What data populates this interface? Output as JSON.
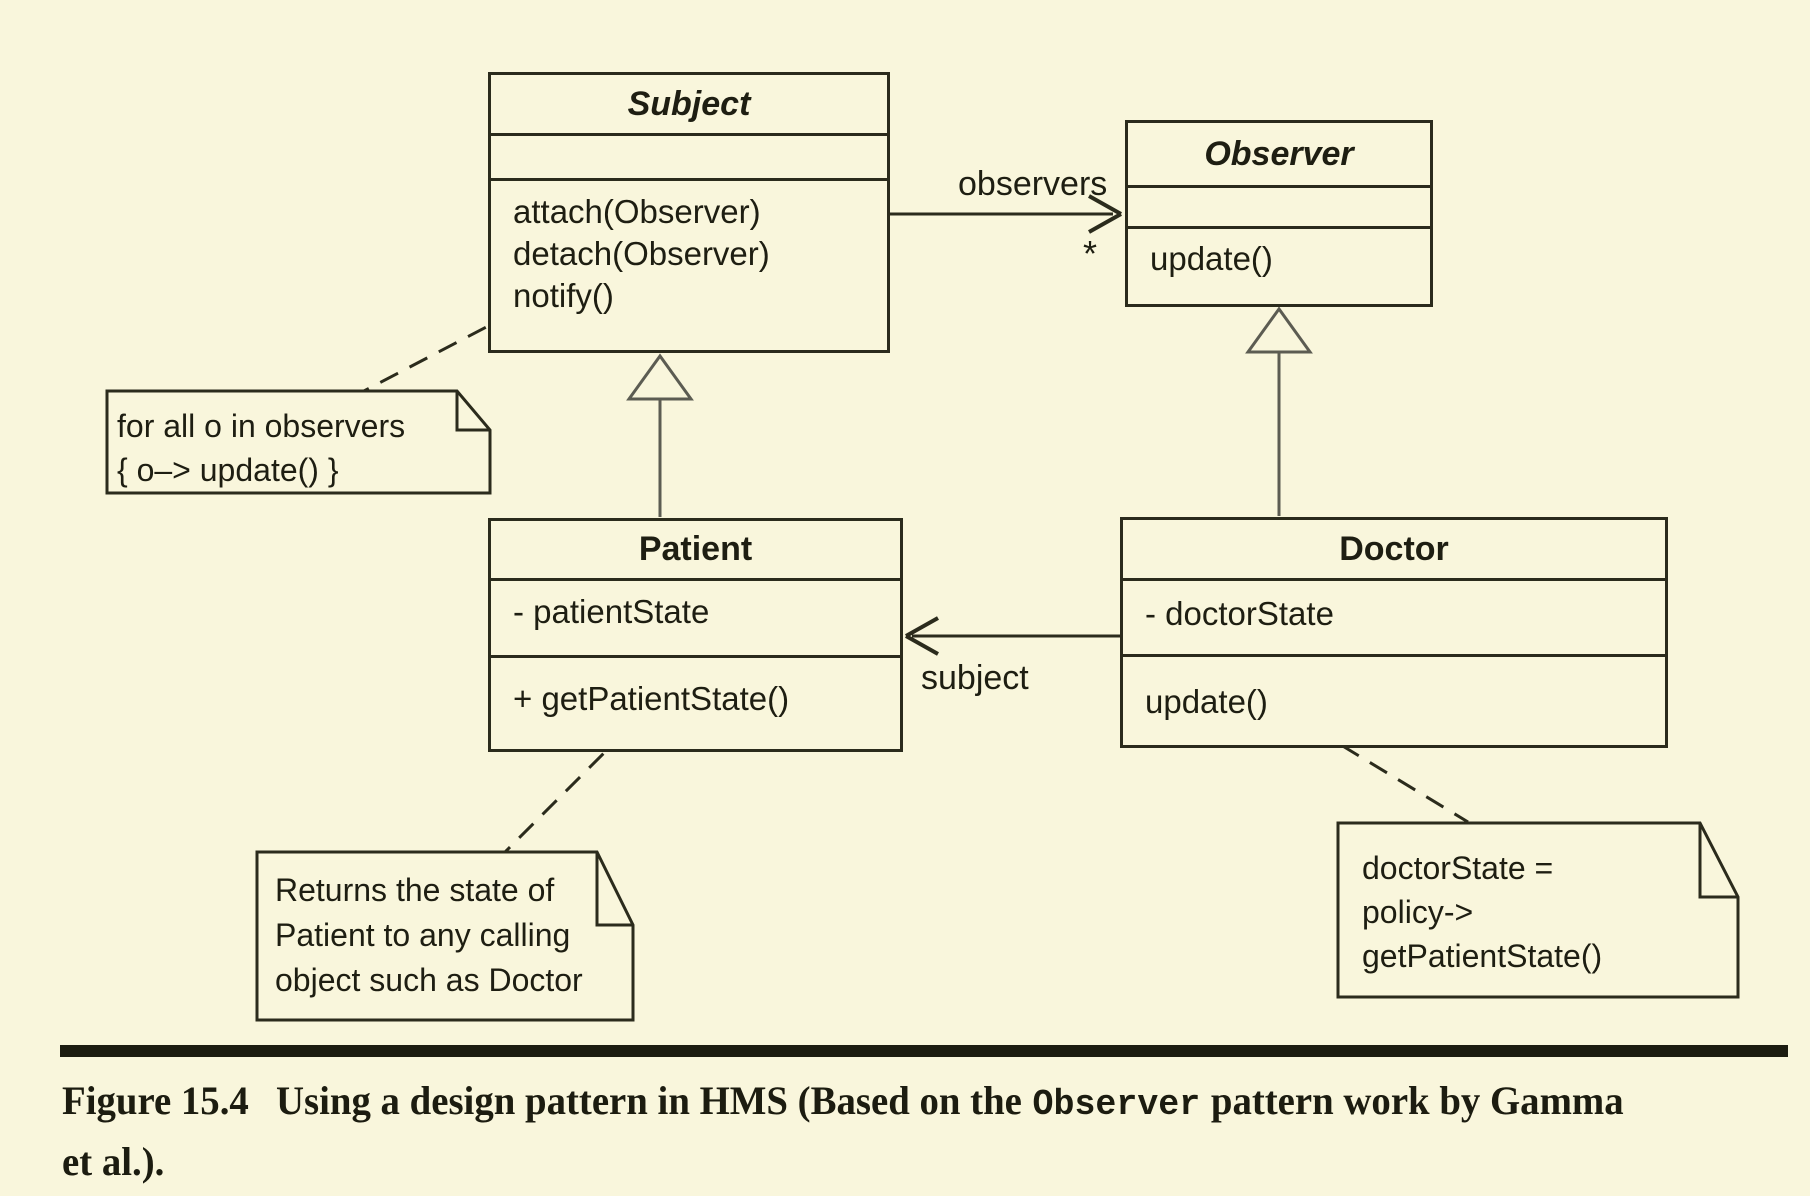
{
  "colors": {
    "background": "#f9f6dc",
    "line": "#2b2b1c",
    "generalization_line": "#5c5c52",
    "text": "#1e1e12",
    "caption_text": "#1c1c10"
  },
  "diagram": {
    "classes": [
      {
        "name": "Subject",
        "abstract": true,
        "attributes": [],
        "methods": [
          "attach(Observer)",
          "detach(Observer)",
          "notify()"
        ]
      },
      {
        "name": "Observer",
        "abstract": true,
        "attributes": [],
        "methods": [
          "update()"
        ]
      },
      {
        "name": "Patient",
        "abstract": false,
        "attributes": [
          "- patientState"
        ],
        "methods": [
          "+ getPatientState()"
        ]
      },
      {
        "name": "Doctor",
        "abstract": false,
        "attributes": [
          "- doctorState"
        ],
        "methods": [
          "update()"
        ]
      }
    ],
    "relationships": [
      {
        "type": "association",
        "from": "Subject",
        "to": "Observer",
        "label": "observers",
        "multiplicity": "*"
      },
      {
        "type": "association",
        "from": "Doctor",
        "to": "Patient",
        "label": "subject"
      },
      {
        "type": "generalization",
        "from": "Patient",
        "to": "Subject"
      },
      {
        "type": "generalization",
        "from": "Doctor",
        "to": "Observer"
      }
    ],
    "notes": [
      {
        "attached_to": "Subject.notify()",
        "lines": [
          "for all o in observers",
          "{ o–> update() }"
        ]
      },
      {
        "attached_to": "Patient.getPatientState()",
        "lines": [
          "Returns the state of",
          "Patient to any calling",
          "object such as Doctor"
        ]
      },
      {
        "attached_to": "Doctor.update()",
        "lines": [
          "doctorState =",
          "policy->",
          "getPatientState()"
        ]
      }
    ]
  },
  "caption": {
    "figure_label": "Figure 15.4",
    "text_before_code": "Using a design pattern in HMS (Based on the",
    "code_word": "Observer",
    "text_after_code": "pattern work by Gamma",
    "text_line2": "et al.)."
  }
}
